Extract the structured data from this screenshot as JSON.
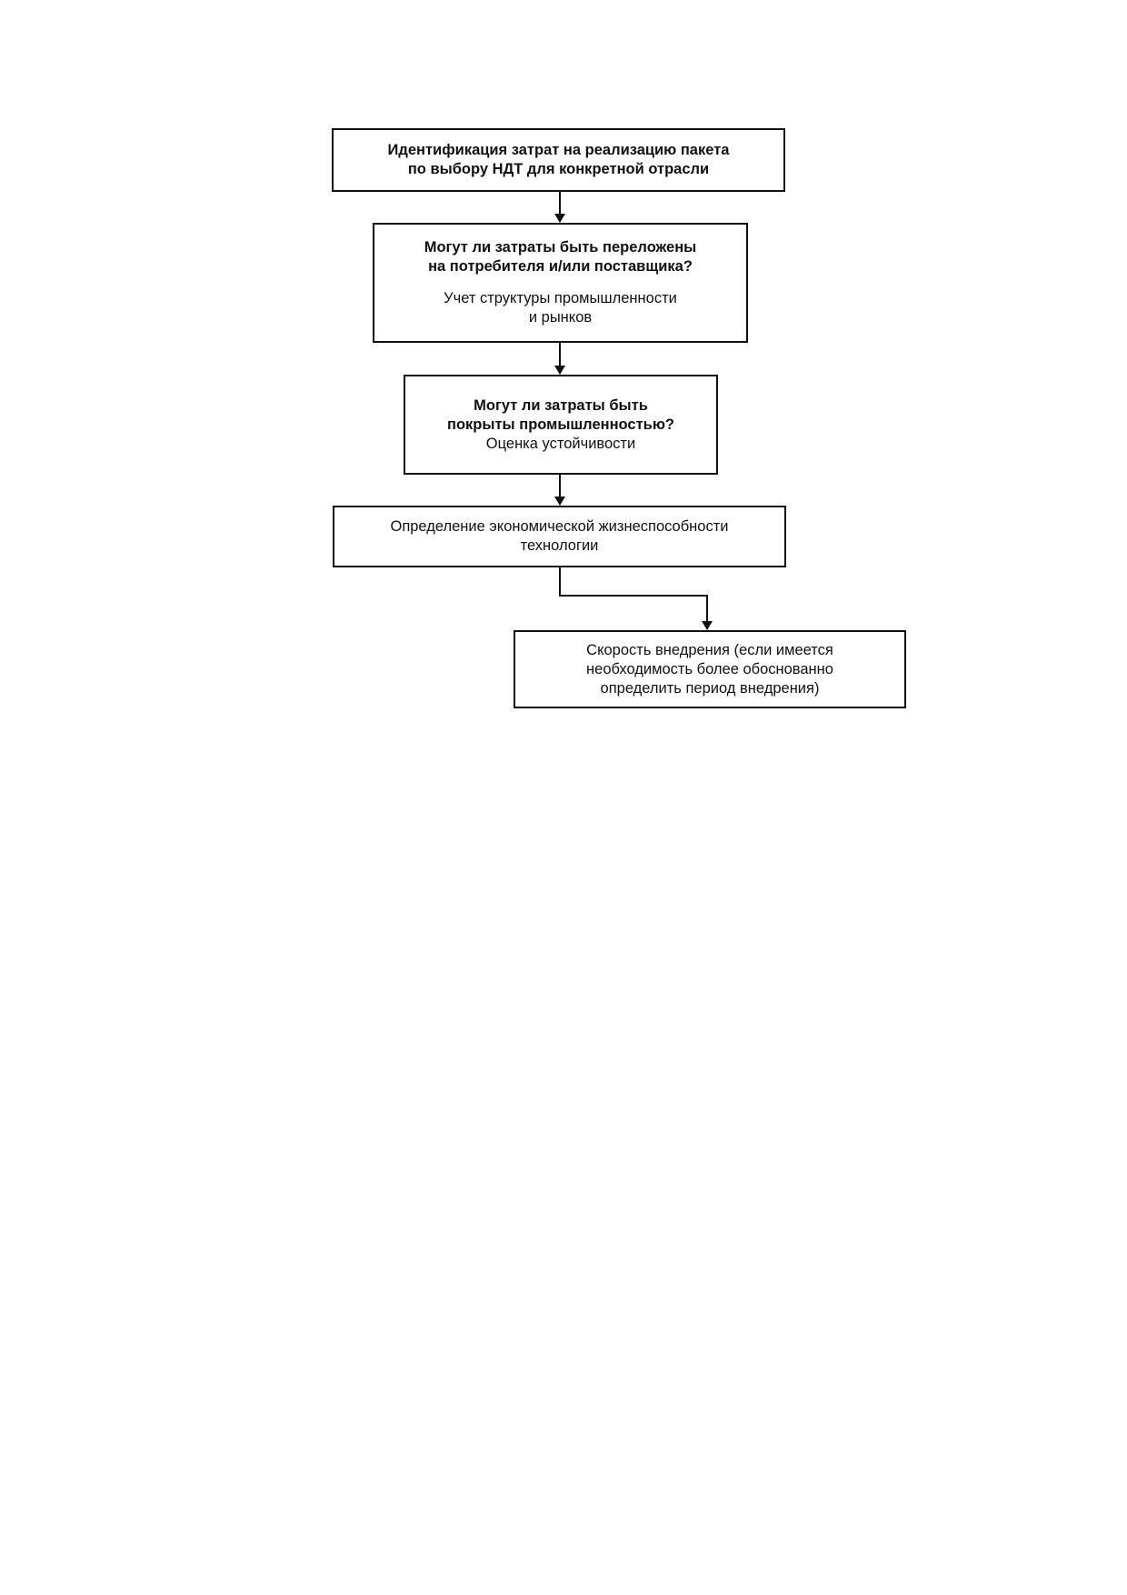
{
  "flowchart": {
    "box_identification": {
      "line1": "Идентификация затрат на реализацию пакета",
      "line2": "по выбору НДТ для конкретной отрасли"
    },
    "box_shift_costs": {
      "question_line1": "Могут ли затраты быть переложены",
      "question_line2": "на потребителя и/или поставщика?",
      "note_line1": "Учет структуры промышленности",
      "note_line2": "и рынков"
    },
    "box_absorb_costs": {
      "question_line1": "Могут ли затраты быть",
      "question_line2": "покрыты промышленностью?",
      "note_line1": "Оценка устойчивости"
    },
    "box_viability": {
      "line1": "Определение экономической жизнеспособности",
      "line2": "технологии"
    },
    "box_implementation_speed": {
      "line1": "Скорость внедрения (если имеется",
      "line2": "необходимость более обоснованно",
      "line3": "определить период внедрения)"
    },
    "colors": {
      "line": "#111111",
      "box_fill": "#ffffff"
    }
  }
}
